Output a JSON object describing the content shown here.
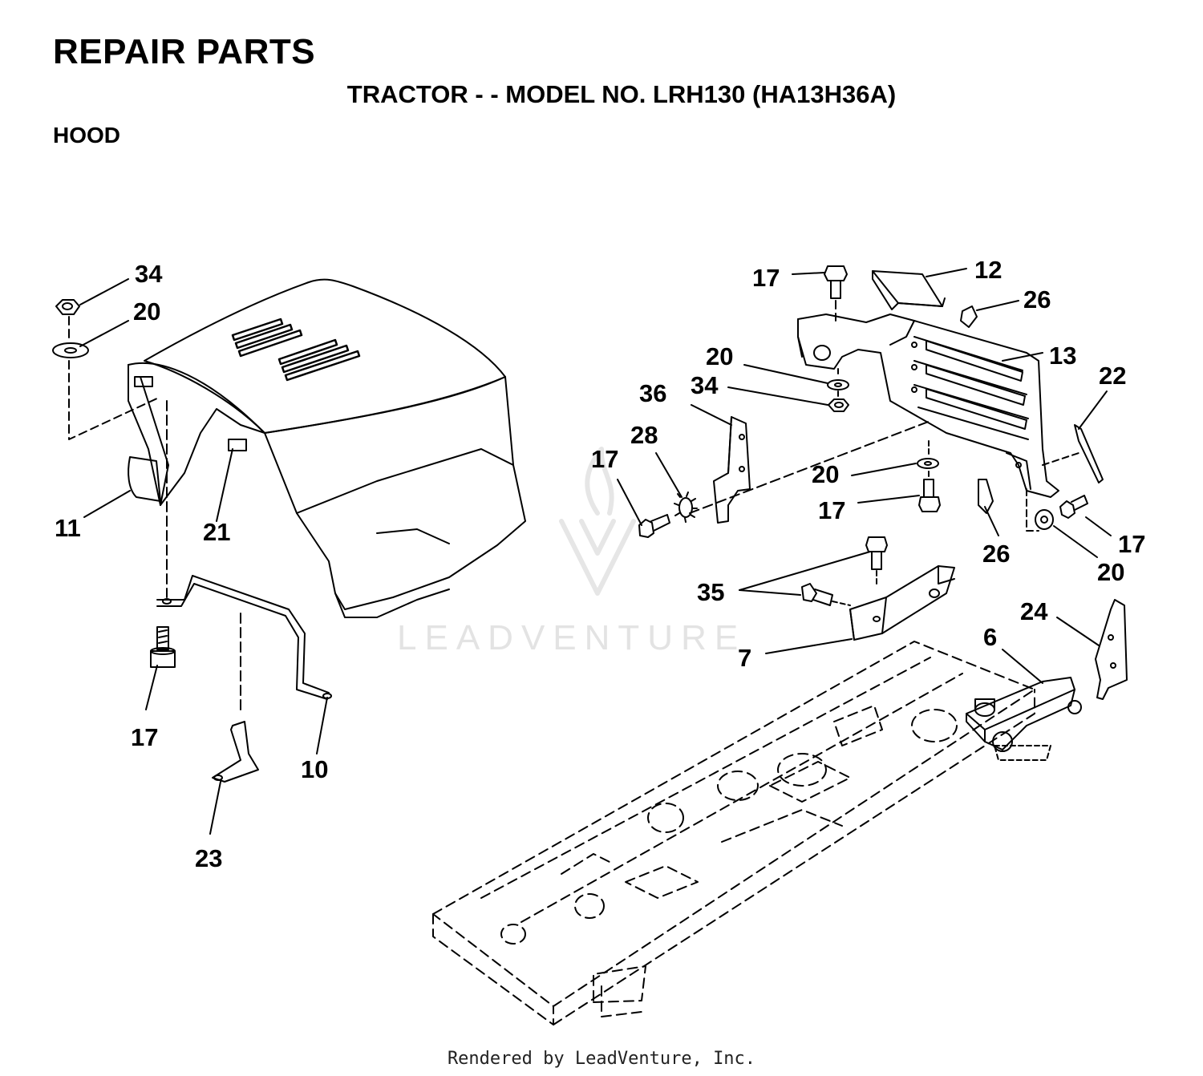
{
  "header": {
    "title": "REPAIR PARTS",
    "subtitle": "TRACTOR - - MODEL NO. LRH130 (HA13H36A)",
    "section": "HOOD"
  },
  "watermark": {
    "text": "LEADVENTURE"
  },
  "footer": {
    "text": "Rendered by LeadVenture, Inc."
  },
  "callouts": {
    "c34_left": "34",
    "c20_left": "20",
    "c11": "11",
    "c21": "21",
    "c17_left": "17",
    "c10": "10",
    "c23": "23",
    "c17_top": "17",
    "c12": "12",
    "c26_top": "26",
    "c13": "13",
    "c20_mid": "20",
    "c34_mid": "34",
    "c36": "36",
    "c28": "28",
    "c17_mid": "17",
    "c22": "22",
    "c20_right": "20",
    "c17_right": "17",
    "c26_bottom": "26",
    "c17_far": "17",
    "c20_far": "20",
    "c35": "35",
    "c7": "7",
    "c24": "24",
    "c6": "6"
  },
  "colors": {
    "line": "#000000",
    "watermark": "#e3e3e3"
  }
}
